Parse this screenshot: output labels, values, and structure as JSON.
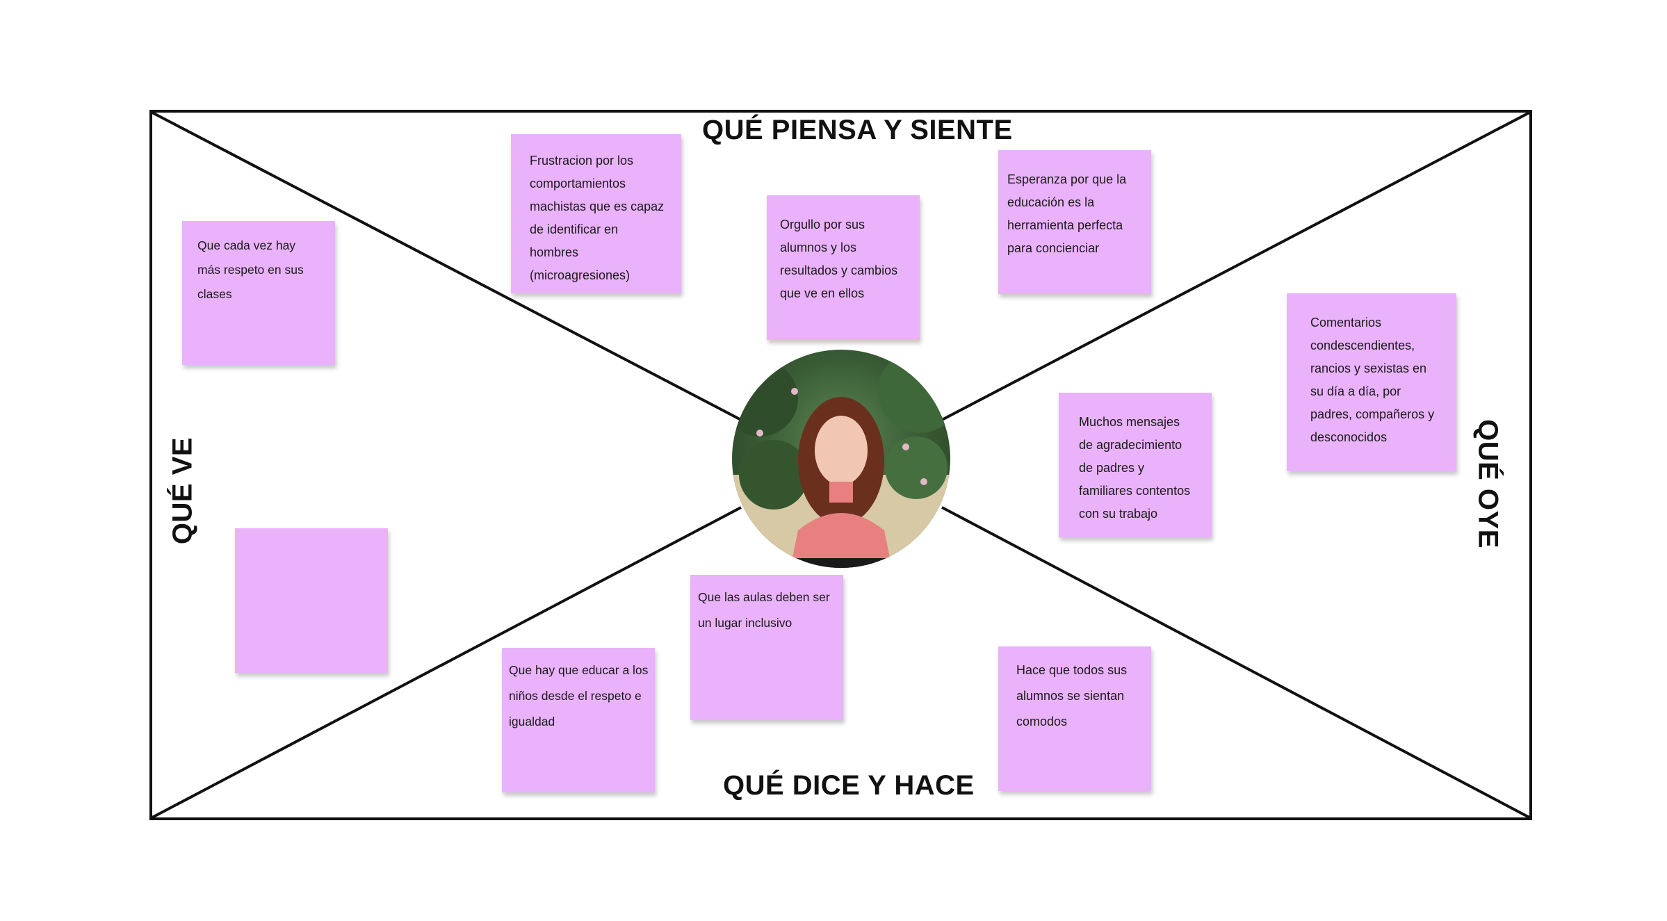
{
  "sections": {
    "top": "QUÉ PIENSA Y SIENTE",
    "bottom": "QUÉ DICE Y HACE",
    "left": "QUÉ VE",
    "right": "QUÉ OYE"
  },
  "notes": {
    "ve_1": "Que cada vez  hay más respeto en sus clases",
    "ve_2": "",
    "piensa_1": "Frustracion por los comportamientos machistas que es capaz de identificar en hombres (microagresiones)",
    "piensa_2": "Orgullo por sus alumnos y los resultados y cambios que ve en ellos",
    "piensa_3": "Esperanza por que la educación es la herramienta perfecta para concienciar",
    "oye_1": "Comentarios condescendientes, rancios y sexistas en su día a día, por padres, compañeros y desconocidos",
    "oye_2": "Muchos mensajes de agradecimiento de padres y familiares contentos con su trabajo",
    "dice_1": "Que las aulas deben ser un lugar inclusivo",
    "dice_2": "Que hay que educar a los niños desde el respeto e igualdad",
    "dice_3": "Hace que todos sus alumnos se sientan comodos"
  },
  "colors": {
    "sticky_note": "#eab2fb",
    "line": "#111111"
  },
  "icons": {
    "center": "persona-photo"
  }
}
